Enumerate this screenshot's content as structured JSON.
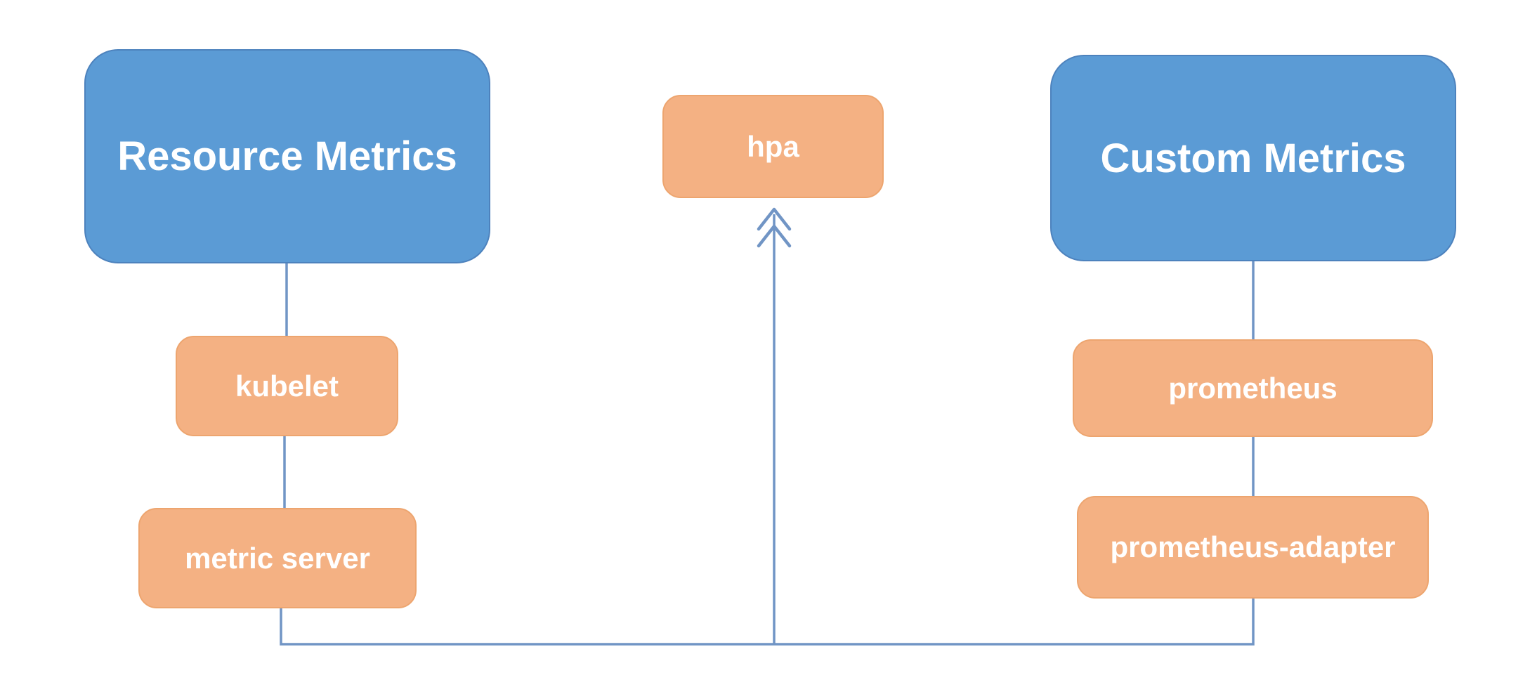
{
  "diagram": {
    "colors": {
      "canvas_background": "#ffffff",
      "node_blue": "#5b9bd5",
      "node_blue_border": "#4d82bd",
      "node_orange": "#f4b183",
      "node_orange_border": "#eda56f",
      "connector": "#7195c5",
      "label_text": "#ffffff"
    },
    "nodes": {
      "resource_metrics": {
        "label": "Resource Metrics"
      },
      "custom_metrics": {
        "label": "Custom Metrics"
      },
      "hpa": {
        "label": "hpa"
      },
      "kubelet": {
        "label": "kubelet"
      },
      "metric_server": {
        "label": "metric server"
      },
      "prometheus": {
        "label": "prometheus"
      },
      "prometheus_adapter": {
        "label": "prometheus-adapter"
      }
    },
    "edges": [
      {
        "from": "resource_metrics",
        "to": "kubelet",
        "style": "straight"
      },
      {
        "from": "kubelet",
        "to": "metric_server",
        "style": "straight"
      },
      {
        "from": "custom_metrics",
        "to": "prometheus",
        "style": "straight"
      },
      {
        "from": "prometheus",
        "to": "prometheus_adapter",
        "style": "straight"
      },
      {
        "from": "metric_server",
        "to": "hpa",
        "style": "elbow-bottom-bus",
        "arrowhead": "double-chevron-up"
      },
      {
        "from": "prometheus_adapter",
        "to": "hpa",
        "style": "elbow-bottom-bus",
        "arrowhead": "double-chevron-up"
      }
    ]
  }
}
